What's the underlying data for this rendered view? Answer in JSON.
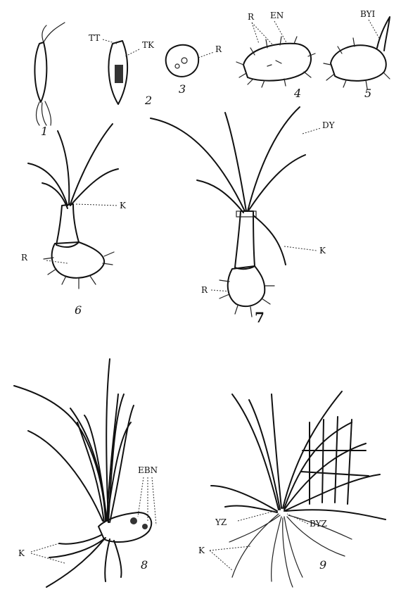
{
  "figures": [
    {
      "number": "1"
    },
    {
      "number": "2",
      "labels": [
        "TT",
        "TK"
      ]
    },
    {
      "number": "3",
      "labels": [
        "R"
      ]
    },
    {
      "number": "4",
      "labels": [
        "R",
        "EN"
      ]
    },
    {
      "number": "5",
      "labels": [
        "BYI"
      ]
    },
    {
      "number": "6",
      "labels": [
        "K",
        "R"
      ]
    },
    {
      "number": "7",
      "labels": [
        "DY",
        "K",
        "R"
      ]
    },
    {
      "number": "8",
      "labels": [
        "EBN",
        "K"
      ]
    },
    {
      "number": "9",
      "labels": [
        "YZ",
        "BYZ",
        "K"
      ]
    }
  ]
}
